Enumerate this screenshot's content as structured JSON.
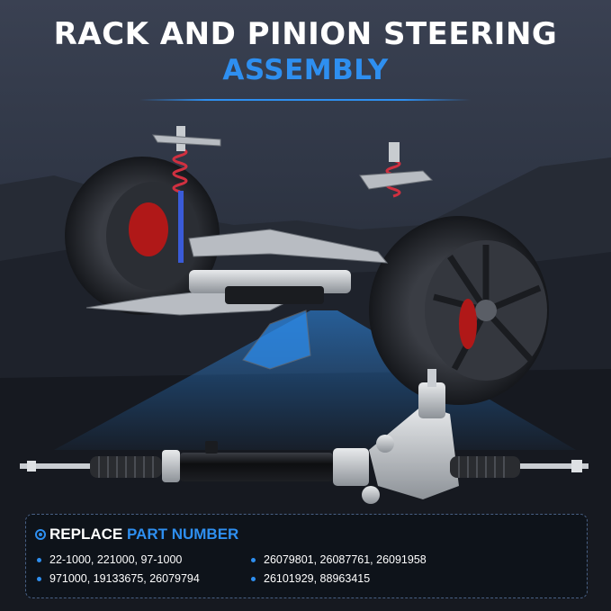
{
  "header": {
    "title_line1": "RACK AND PINION STEERING",
    "title_line2": "ASSEMBLY"
  },
  "colors": {
    "accent": "#2e8ff0",
    "title": "#ffffff",
    "background": "#2a303c"
  },
  "illustration": {
    "subject": "front suspension with highlighted rack and pinion steering assembly",
    "icons": [
      "wheel",
      "tire",
      "brake-caliper",
      "coil-spring",
      "steering-rack"
    ]
  },
  "part_numbers": {
    "heading_prefix": "REPLACE",
    "heading_highlight": "PART NUMBER",
    "left": [
      "22-1000, 221000, 97-1000",
      "971000, 19133675, 26079794"
    ],
    "right": [
      "26079801, 26087761, 26091958",
      "26101929, 88963415"
    ]
  }
}
